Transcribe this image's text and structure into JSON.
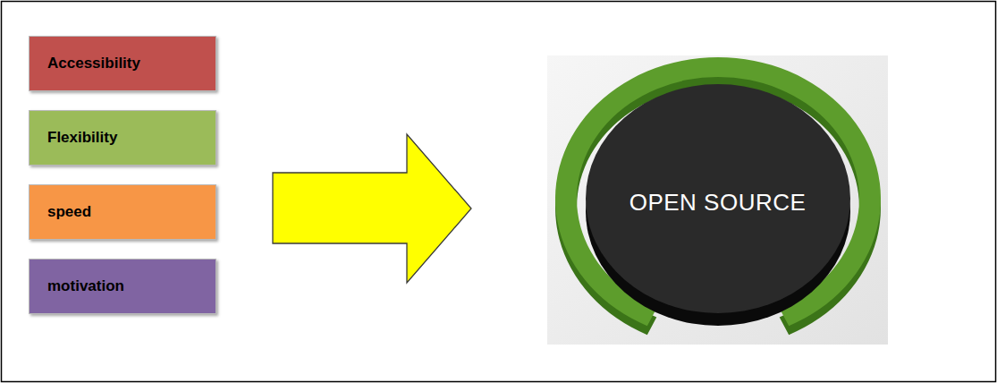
{
  "diagram": {
    "nodes": [
      {
        "text": [
          "Accessibility"
        ]
      },
      {
        "text": [
          "Flexibility"
        ]
      },
      {
        "text": [
          "speed"
        ]
      },
      {
        "text": [
          "motivation"
        ]
      },
      {
        "text": [
          "OPEN SOURCE"
        ]
      }
    ]
  }
}
